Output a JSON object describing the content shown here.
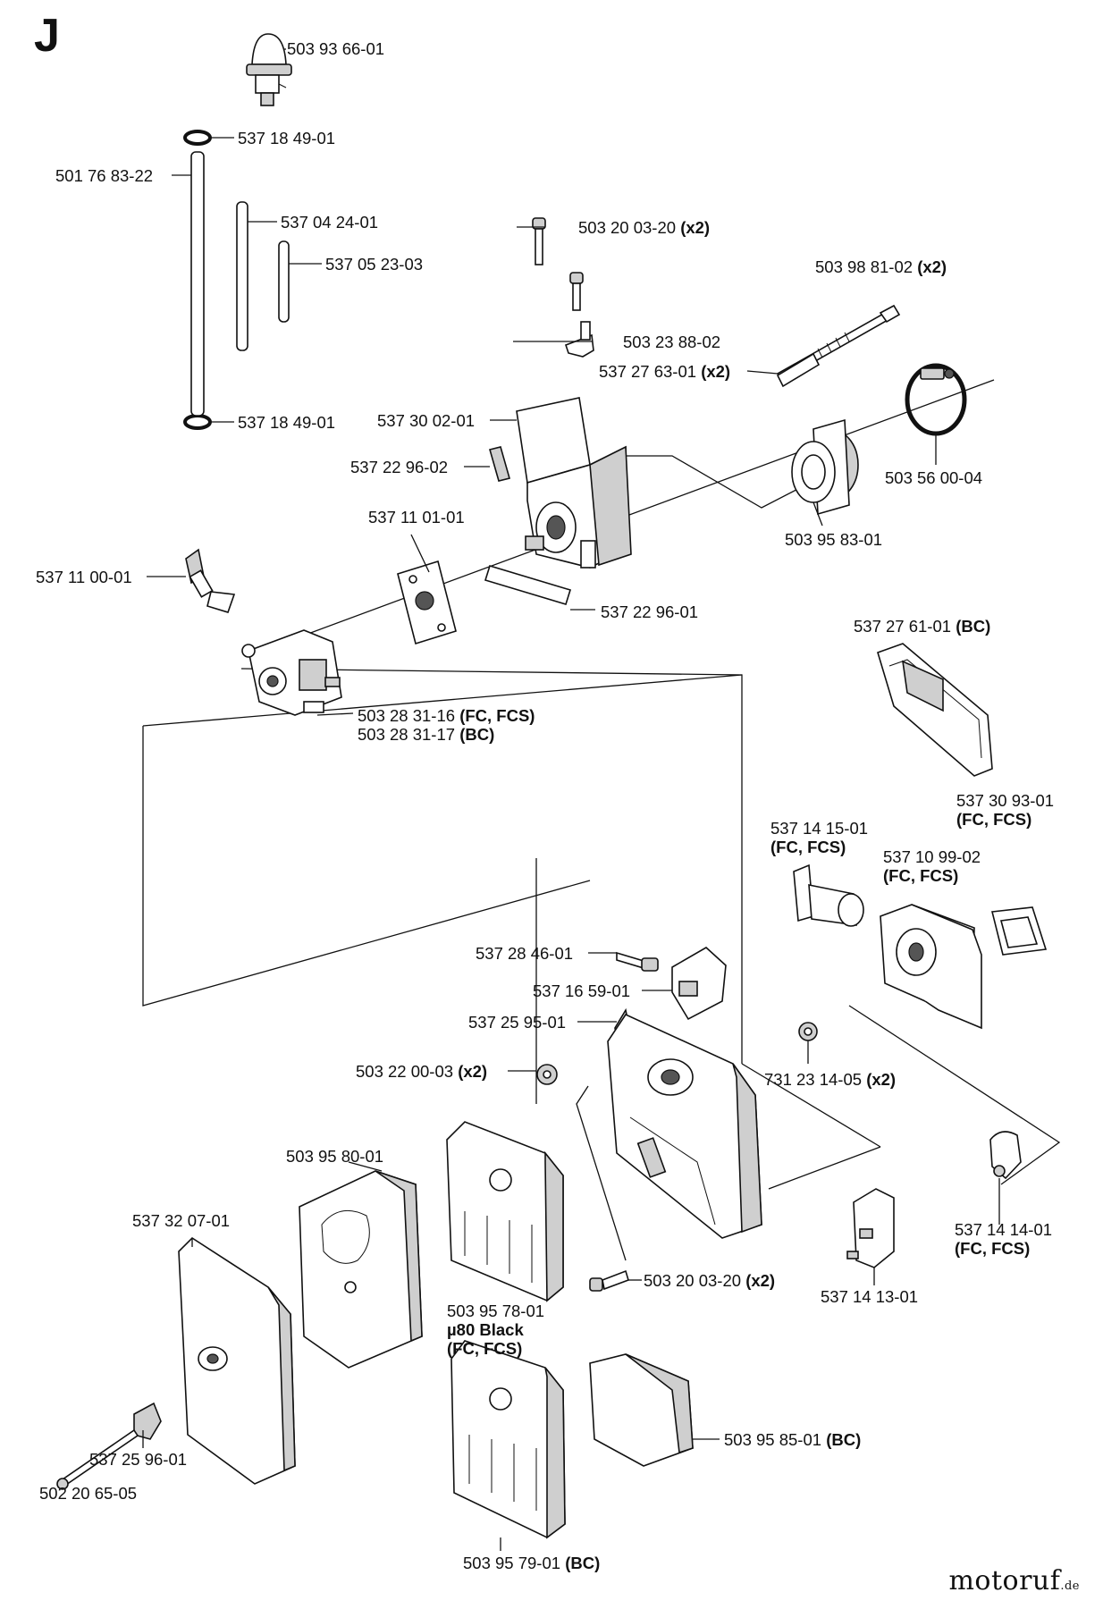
{
  "page_letter": "J",
  "watermark": {
    "brand": "motoruf",
    "suffix": ".de"
  },
  "parts": [
    {
      "key": "primer_bulb",
      "num": "503 93 66-01"
    },
    {
      "key": "oring_top",
      "num": "537 18 49-01"
    },
    {
      "key": "long_tube",
      "num": "501 76 83-22"
    },
    {
      "key": "tube_mid",
      "num": "537 04 24-01"
    },
    {
      "key": "tube_short",
      "num": "537 05 23-03"
    },
    {
      "key": "oring_bottom",
      "num": "537 18 49-01"
    },
    {
      "key": "screw_top",
      "num": "503 20 03-20",
      "qty": "(x2)"
    },
    {
      "key": "long_screw",
      "num": "503 98 81-02",
      "qty": "(x2)"
    },
    {
      "key": "bracket",
      "num": "503 23 88-02"
    },
    {
      "key": "spacer",
      "num": "537 27 63-01",
      "qty": "(x2)"
    },
    {
      "key": "housing",
      "num": "537 30 02-01"
    },
    {
      "key": "gasket_small",
      "num": "537 22 96-02"
    },
    {
      "key": "clamp",
      "num": "503 56 00-04"
    },
    {
      "key": "intake_gasket",
      "num": "537 11 01-01"
    },
    {
      "key": "boot",
      "num": "503 95 83-01"
    },
    {
      "key": "choke_knob",
      "num": "537 11 00-01"
    },
    {
      "key": "gasket_strip",
      "num": "537 22 96-01"
    },
    {
      "key": "bc_cover",
      "num": "537 27 61-01",
      "qty": "(BC)"
    },
    {
      "key": "carb_1",
      "num": "503 28 31-16",
      "qty": "(FC, FCS)"
    },
    {
      "key": "carb_2",
      "num": "503 28 31-17",
      "qty": "(BC)"
    },
    {
      "key": "seal_fc",
      "num": "537 30 93-01",
      "qty": "(FC, FCS)"
    },
    {
      "key": "tube_fc",
      "num": "537 14 15-01",
      "qty": "(FC, FCS)"
    },
    {
      "key": "box_fc",
      "num": "537 10 99-02",
      "qty": "(FC, FCS)"
    },
    {
      "key": "pin",
      "num": "537 28 46-01"
    },
    {
      "key": "block",
      "num": "537 16 59-01"
    },
    {
      "key": "plate_gasket",
      "num": "537 25 95-01"
    },
    {
      "key": "nut_left",
      "num": "503 22 00-03",
      "qty": "(x2)"
    },
    {
      "key": "nut_right",
      "num": "731 23 14-05",
      "qty": "(x2)"
    },
    {
      "key": "filter",
      "num": "503 95 80-01"
    },
    {
      "key": "cover",
      "num": "537 32 07-01"
    },
    {
      "key": "lever_fc",
      "num": "537 14 14-01",
      "qty": "(FC, FCS)"
    },
    {
      "key": "screw_mid",
      "num": "503 20 03-20",
      "qty": "(x2)"
    },
    {
      "key": "link",
      "num": "537 14 13-01"
    },
    {
      "key": "holder_fc",
      "num": "503 95 78-01",
      "line2": "µ80 Black",
      "line3": "(FC, FCS)"
    },
    {
      "key": "foam_bc",
      "num": "503 95 85-01",
      "qty": "(BC)"
    },
    {
      "key": "knob",
      "num": "537 25 96-01"
    },
    {
      "key": "cover_screw",
      "num": "502 20 65-05"
    },
    {
      "key": "holder_bc",
      "num": "503 95 79-01",
      "qty": "(BC)"
    }
  ]
}
